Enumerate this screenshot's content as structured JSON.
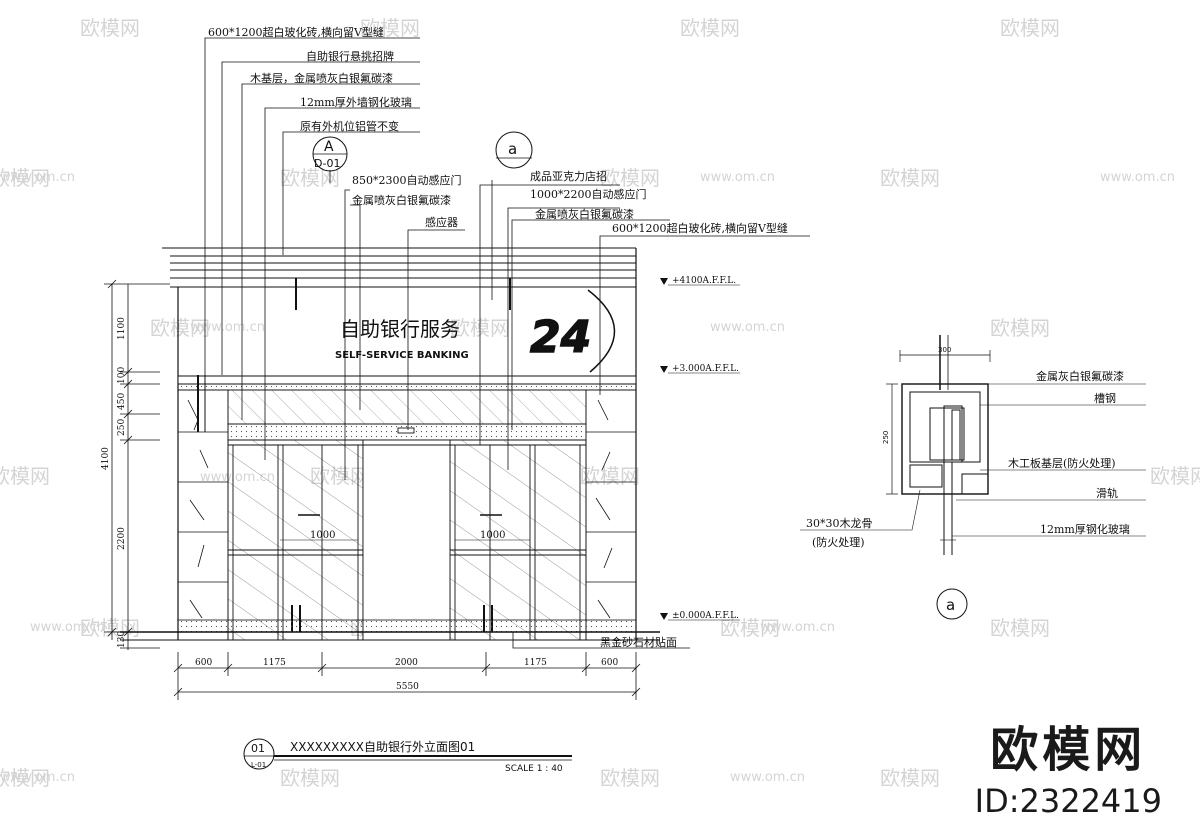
{
  "watermark": {
    "cn": "欧模网",
    "url": "www.om.cn"
  },
  "brand": {
    "name": "欧模网",
    "id": "ID:2322419"
  },
  "elevation": {
    "callouts_left": [
      "600*1200超白玻化砖,横向留V型缝",
      "自助银行悬挑招牌",
      "木基层，金属喷灰白银氟碳漆",
      "12mm厚外墙钢化玻璃",
      "原有外机位铝管不变"
    ],
    "callouts_mid": [
      "850*2300自动感应门",
      "金属喷灰白银氟碳漆",
      "感应器"
    ],
    "callouts_right": [
      "成品亚克力店招",
      "1000*2200自动感应门",
      "金属喷灰白银氟碳漆",
      "600*1200超白玻化砖,横向留V型缝"
    ],
    "section_marker": {
      "top": "A",
      "bottom": "D-01"
    },
    "detail_marker": "a",
    "sign": {
      "cn": "自助银行服务",
      "en": "SELF-SERVICE BANKING",
      "logo": "24"
    },
    "levels": [
      "+4100A.F.F.L.",
      "+3.000A.F.F.L.",
      "±0.000A.F.F.L."
    ],
    "floor_note": "黑金砂石材贴面",
    "door_width_label": "1000",
    "vertical_dims": [
      "1100",
      "100",
      "450",
      "250",
      "2200",
      "130"
    ],
    "total_height": "4100",
    "horizontal_dims": [
      "600",
      "1175",
      "2000",
      "1175",
      "600"
    ],
    "total_width": "5550",
    "title": {
      "num": "01",
      "sheet": "L-01",
      "text": "XXXXXXXXX自助银行外立面图01",
      "scale": "SCALE 1 : 40"
    }
  },
  "detail": {
    "width_dim": "300",
    "height_dim": "250",
    "labels": [
      "金属灰白银氟碳漆",
      "槽钢",
      "木工板基层(防火处理)",
      "滑轨",
      "12mm厚钢化玻璃"
    ],
    "left_label": [
      "30*30木龙骨",
      "(防火处理)"
    ],
    "marker": "a"
  }
}
